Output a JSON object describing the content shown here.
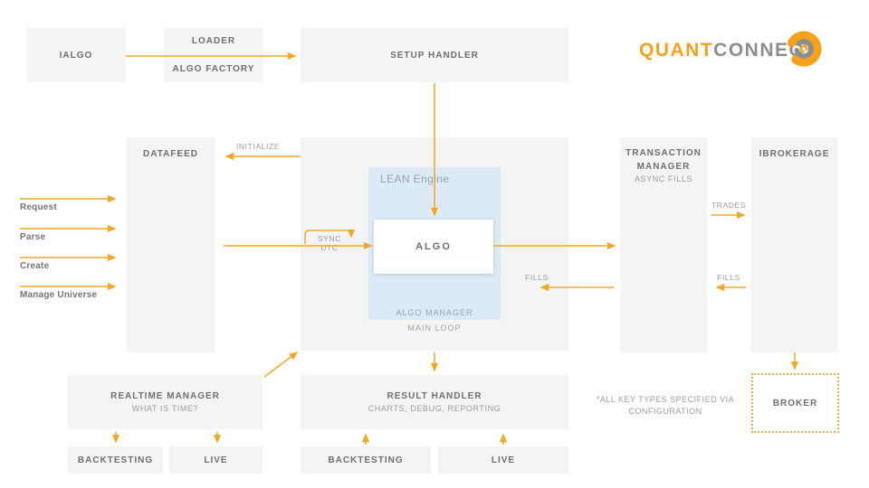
{
  "colors": {
    "accent_orange": "#F5A623",
    "box_gray": "#F4F4F5",
    "lean_blue": "#DCEAF8",
    "title_gray": "#6F6F6F",
    "sub_gray": "#9C9C9C",
    "logo_orange": "#F5A11C",
    "logo_gray": "#8D8D8D"
  },
  "logo": {
    "part1": "QUANT",
    "part2": "CONNECT"
  },
  "boxes": {
    "ialgo": {
      "title": "IALGO"
    },
    "loader": {
      "title": "LOADER",
      "subtitle": "ALGO FACTORY"
    },
    "setup_handler": {
      "title": "SETUP HANDLER"
    },
    "datafeed": {
      "title": "DATAFEED"
    },
    "lean_engine": {
      "label": "LEAN Engine"
    },
    "algo": {
      "title": "ALGO"
    },
    "algo_manager": {
      "label": "ALGO MANAGER"
    },
    "main_loop": {
      "label": "MAIN LOOP"
    },
    "transaction_manager": {
      "title_line1": "TRANSACTION",
      "title_line2": "MANAGER",
      "subtitle": "ASYNC FILLS"
    },
    "ibrokerage": {
      "title": "IBROKERAGE"
    },
    "realtime_manager": {
      "title": "REALTIME MANAGER",
      "subtitle": "WHAT IS TIME?"
    },
    "result_handler": {
      "title": "RESULT HANDLER",
      "subtitle": "CHARTS, DEBUG, REPORTING"
    },
    "backtesting_left": {
      "title": "BACKTESTING"
    },
    "live_left": {
      "title": "LIVE"
    },
    "backtesting_center": {
      "title": "BACKTESTING"
    },
    "live_center": {
      "title": "LIVE"
    },
    "broker": {
      "title": "BROKER"
    }
  },
  "arrow_labels": {
    "initialize": "INITIALIZE",
    "sync_utc": "SYNC UTC",
    "request": "Request",
    "parse": "Parse",
    "create": "Create",
    "manage_universe": "Manage Universe",
    "trades": "TRADES",
    "fills_center": "FILLS",
    "fills_right": "FILLS"
  },
  "note": {
    "line1": "*ALL KEY TYPES SPECIFIED VIA",
    "line2": "CONFIGURATION"
  }
}
